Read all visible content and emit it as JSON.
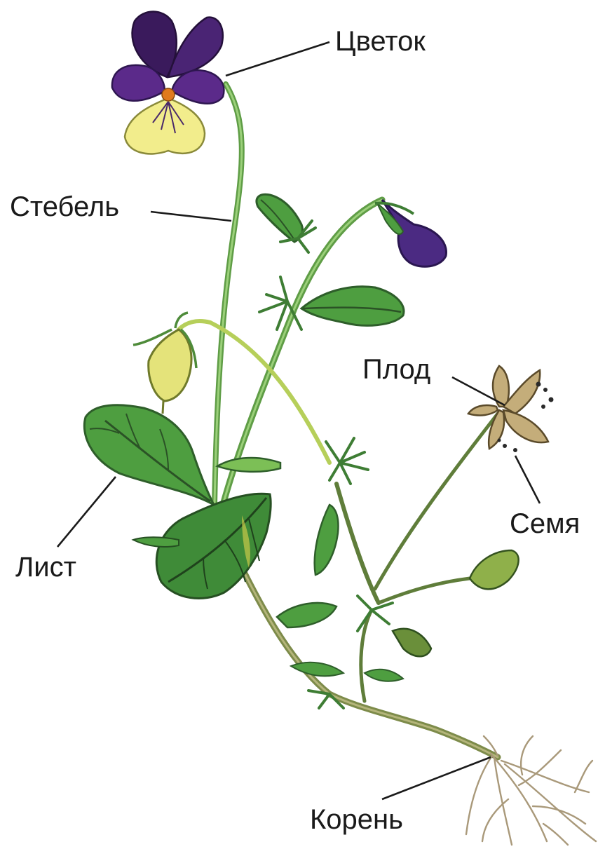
{
  "labels": {
    "flower": "Цветок",
    "stem": "Стебель",
    "fruit": "Плод",
    "seed": "Семя",
    "leaf": "Лист",
    "root": "Корень"
  },
  "colors": {
    "petal_purple": "#5a2a7e",
    "petal_dark": "#3a1a55",
    "petal_yellow": "#f1ec8a",
    "flower_center": "#e07a1e",
    "leaf_green": "#4c9a3e",
    "leaf_dark": "#2e5e2a",
    "leaf_light": "#8cc96a",
    "stem_green": "#6aa84f",
    "root_brown": "#9c8a6a",
    "fruit_brown": "#a38b5a",
    "label_text": "#1a1a1a"
  }
}
